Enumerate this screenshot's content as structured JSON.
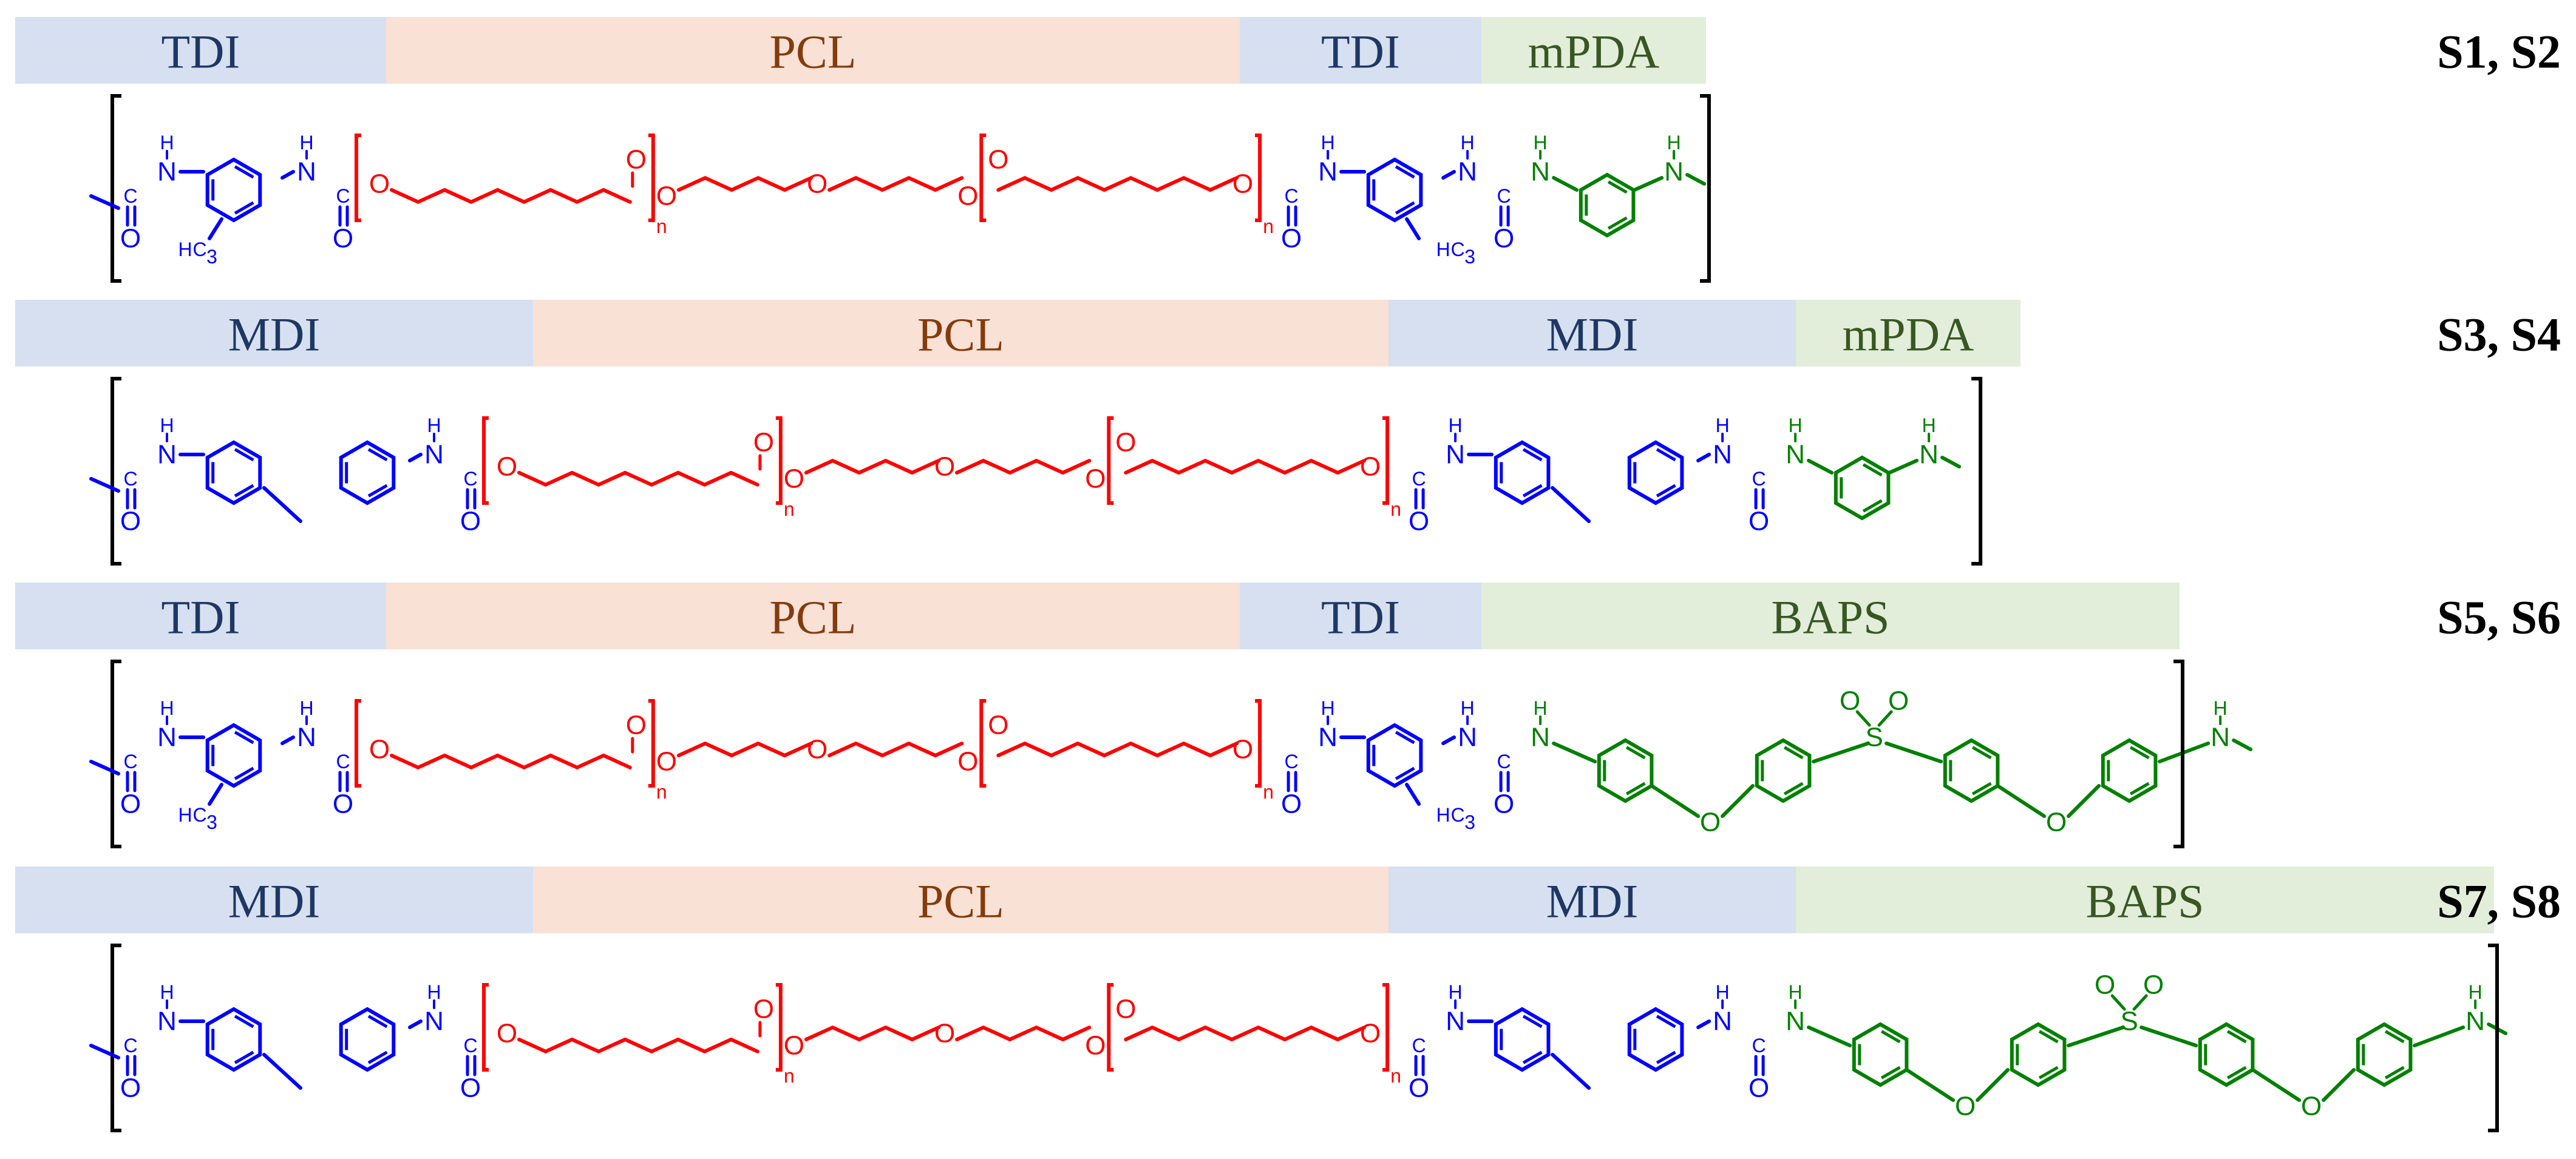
{
  "colors": {
    "iso_band": "#d6e0f1",
    "pcl_band": "#f9e1d6",
    "amine_band": "#e2eed9",
    "iso_text": "#1f3763",
    "pcl_text": "#843c0c",
    "amine_text": "#385723",
    "iso_structure": "#0000ff",
    "pcl_structure": "#ff0000",
    "amine_structure": "#008000",
    "bracket": "#000000"
  },
  "atoms": {
    "nh": "N",
    "h": "H",
    "o": "O",
    "s": "S",
    "methyl_h": "H",
    "methyl_c": "C",
    "methyl_sub": "3",
    "repeat": "n"
  },
  "rows": [
    {
      "id": "s1-s2",
      "sample_label": "S1, S2",
      "isocyanate": "TDI",
      "isocyanate_type": "TDI",
      "soft_segment": "PCL",
      "chain_extender": "mPDA",
      "chain_extender_type": "mPDA",
      "segments": [
        {
          "label": "TDI",
          "kind": "iso"
        },
        {
          "label": "PCL",
          "kind": "pcl"
        },
        {
          "label": "TDI",
          "kind": "iso"
        },
        {
          "label": "mPDA",
          "kind": "amine"
        }
      ]
    },
    {
      "id": "s3-s4",
      "sample_label": "S3, S4",
      "isocyanate": "MDI",
      "isocyanate_type": "MDI",
      "soft_segment": "PCL",
      "chain_extender": "mPDA",
      "chain_extender_type": "mPDA",
      "segments": [
        {
          "label": "MDI",
          "kind": "iso"
        },
        {
          "label": "PCL",
          "kind": "pcl"
        },
        {
          "label": "MDI",
          "kind": "iso"
        },
        {
          "label": "mPDA",
          "kind": "amine"
        }
      ]
    },
    {
      "id": "s5-s6",
      "sample_label": "S5, S6",
      "isocyanate": "TDI",
      "isocyanate_type": "TDI",
      "soft_segment": "PCL",
      "chain_extender": "BAPS",
      "chain_extender_type": "BAPS",
      "segments": [
        {
          "label": "TDI",
          "kind": "iso"
        },
        {
          "label": "PCL",
          "kind": "pcl"
        },
        {
          "label": "TDI",
          "kind": "iso"
        },
        {
          "label": "BAPS",
          "kind": "amine"
        }
      ]
    },
    {
      "id": "s7-s8",
      "sample_label": "S7, S8",
      "isocyanate": "MDI",
      "isocyanate_type": "MDI",
      "soft_segment": "PCL",
      "chain_extender": "BAPS",
      "chain_extender_type": "BAPS",
      "segments": [
        {
          "label": "MDI",
          "kind": "iso"
        },
        {
          "label": "PCL",
          "kind": "pcl"
        },
        {
          "label": "MDI",
          "kind": "iso"
        },
        {
          "label": "BAPS",
          "kind": "amine"
        }
      ]
    }
  ]
}
